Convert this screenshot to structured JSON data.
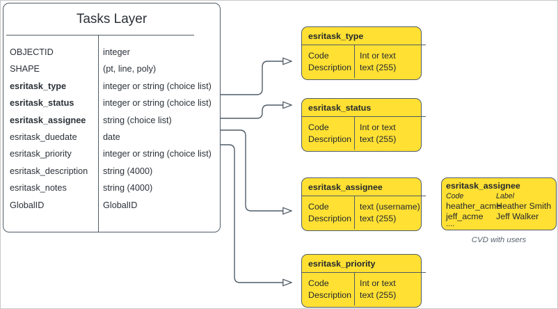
{
  "diagram": {
    "type": "entity-relationship-diagram",
    "colors": {
      "entity_border": "#4f5b66",
      "choice_list_fill": "#ffe033",
      "text": "#2b3138",
      "caption_text": "#5a6370",
      "canvas_border": "#c8c8c8",
      "background": "#ffffff"
    }
  },
  "main_entity": {
    "title": "Tasks Layer",
    "fields": [
      {
        "name": "OBJECTID",
        "type": "integer",
        "key": false
      },
      {
        "name": "SHAPE",
        "type": "(pt, line, poly)",
        "key": false
      },
      {
        "name": "esritask_type",
        "type": "integer or string (choice list)",
        "key": true
      },
      {
        "name": "esritask_status",
        "type": "integer or string (choice list)",
        "key": true
      },
      {
        "name": "esritask_assignee",
        "type": "string (choice list)",
        "key": true
      },
      {
        "name": "esritask_duedate",
        "type": "date",
        "key": false
      },
      {
        "name": "esritask_priority",
        "type": "integer or string (choice list)",
        "key": false
      },
      {
        "name": "esritask_description",
        "type": "string (4000)",
        "key": false
      },
      {
        "name": "esritask_notes",
        "type": "string (4000)",
        "key": false
      },
      {
        "name": "GlobalID",
        "type": "GlobalID",
        "key": false
      }
    ]
  },
  "choice_lists": [
    {
      "id": "type",
      "title": "esritask_type",
      "left_column": [
        "Code",
        "Description"
      ],
      "right_column": [
        "Int or text",
        "text (255)"
      ]
    },
    {
      "id": "status",
      "title": "esritask_status",
      "left_column": [
        "Code",
        "Description"
      ],
      "right_column": [
        "Int or text",
        "text (255)"
      ]
    },
    {
      "id": "assignee",
      "title": "esritask_assignee",
      "left_column": [
        "Code",
        "Description"
      ],
      "right_column": [
        "text  (username)",
        "text (255)"
      ]
    },
    {
      "id": "priority",
      "title": "esritask_priority",
      "left_column": [
        "Code",
        "Description"
      ],
      "right_column": [
        "Int or text",
        "text (255)"
      ]
    }
  ],
  "cvd_sample": {
    "title": "esritask_assignee",
    "header_code": "Code",
    "header_label": "Label",
    "rows": [
      {
        "code": "heather_acme",
        "label": "Heather Smith"
      },
      {
        "code": "jeff_acme",
        "label": "Jeff Walker"
      },
      {
        "code": "....",
        "label": ""
      }
    ],
    "caption": "CVD with users"
  }
}
